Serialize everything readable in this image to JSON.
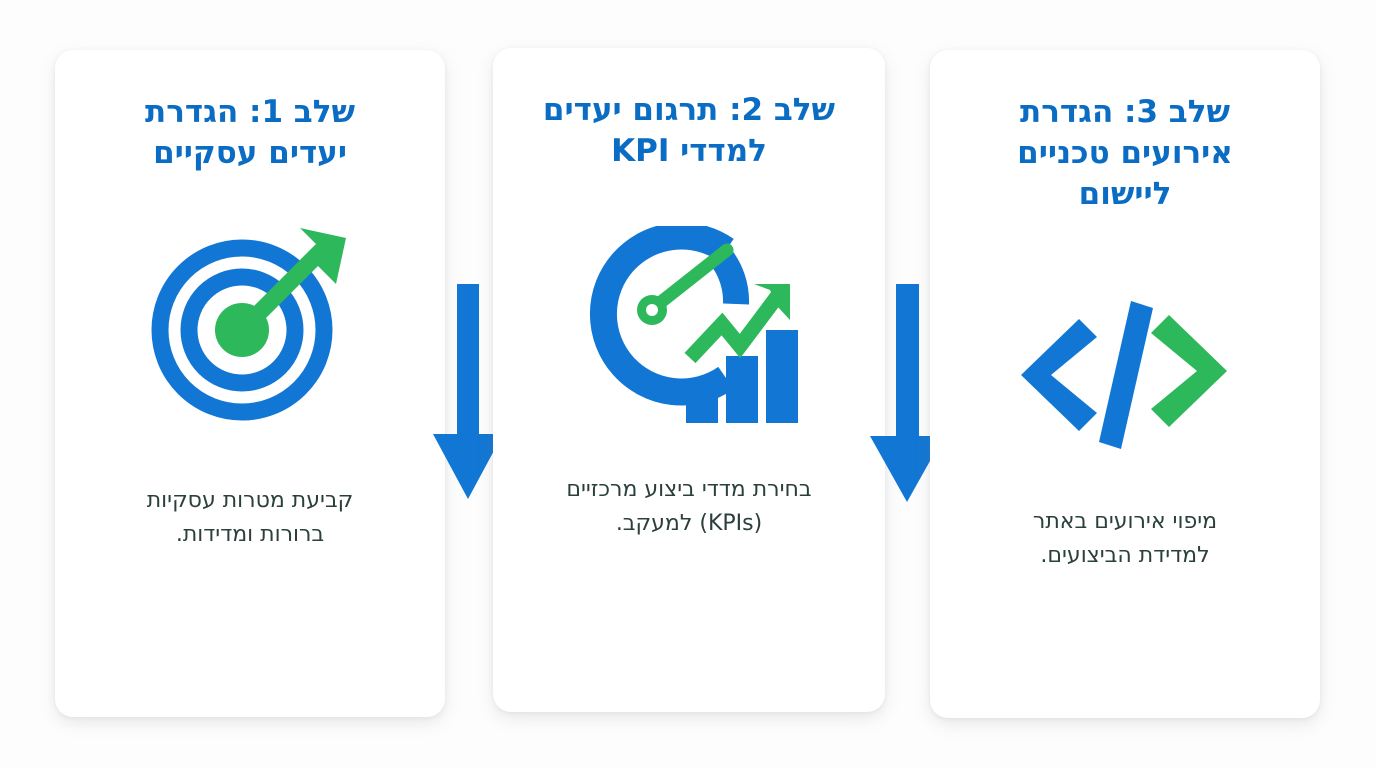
{
  "infographic": {
    "background_color": "#fdfdfd",
    "accent_blue": "#0b6cc4",
    "icon_blue": "#1277d4",
    "icon_green": "#2eb85c",
    "body_text_color": "#2b403c",
    "steps": [
      {
        "title": "שלב 1: הגדרת\nיעדים עסקיים",
        "icon": "target-arrow-icon",
        "body": "קביעת מטרות עסקיות\nברורות ומדידות."
      },
      {
        "title": "שלב 2: תרגום יעדים\nלמדדי KPI",
        "icon": "gauge-bar-chart-icon",
        "body": "בחירת מדדי ביצוע מרכזיים\n(KPIs) למעקב."
      },
      {
        "title": "שלב 3: הגדרת\nאירועים טכניים\nליישום",
        "icon": "code-brackets-icon",
        "body": "מיפוי אירועים באתר\nלמדידת הביצועים."
      }
    ],
    "connectors": [
      {
        "name": "arrow-step1-to-step2",
        "direction": "down",
        "color": "#1277d4"
      },
      {
        "name": "arrow-step2-to-step3",
        "direction": "down",
        "color": "#1277d4"
      }
    ]
  }
}
